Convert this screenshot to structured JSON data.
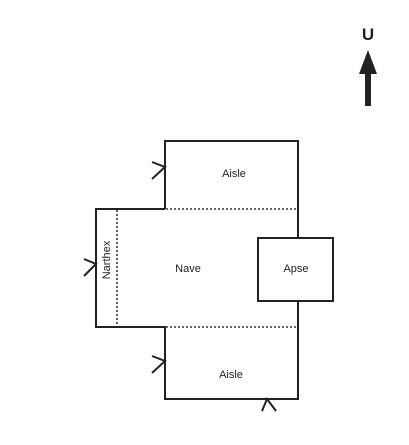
{
  "north_indicator": {
    "letter": "U",
    "icon": "north-arrow-icon"
  },
  "rooms": {
    "aisle_top": "Aisle",
    "nave": "Nave",
    "narthex": "Narthex",
    "apse": "Apse",
    "aisle_bottom": "Aisle"
  },
  "colors": {
    "line": "#222222",
    "background": "#ffffff"
  }
}
